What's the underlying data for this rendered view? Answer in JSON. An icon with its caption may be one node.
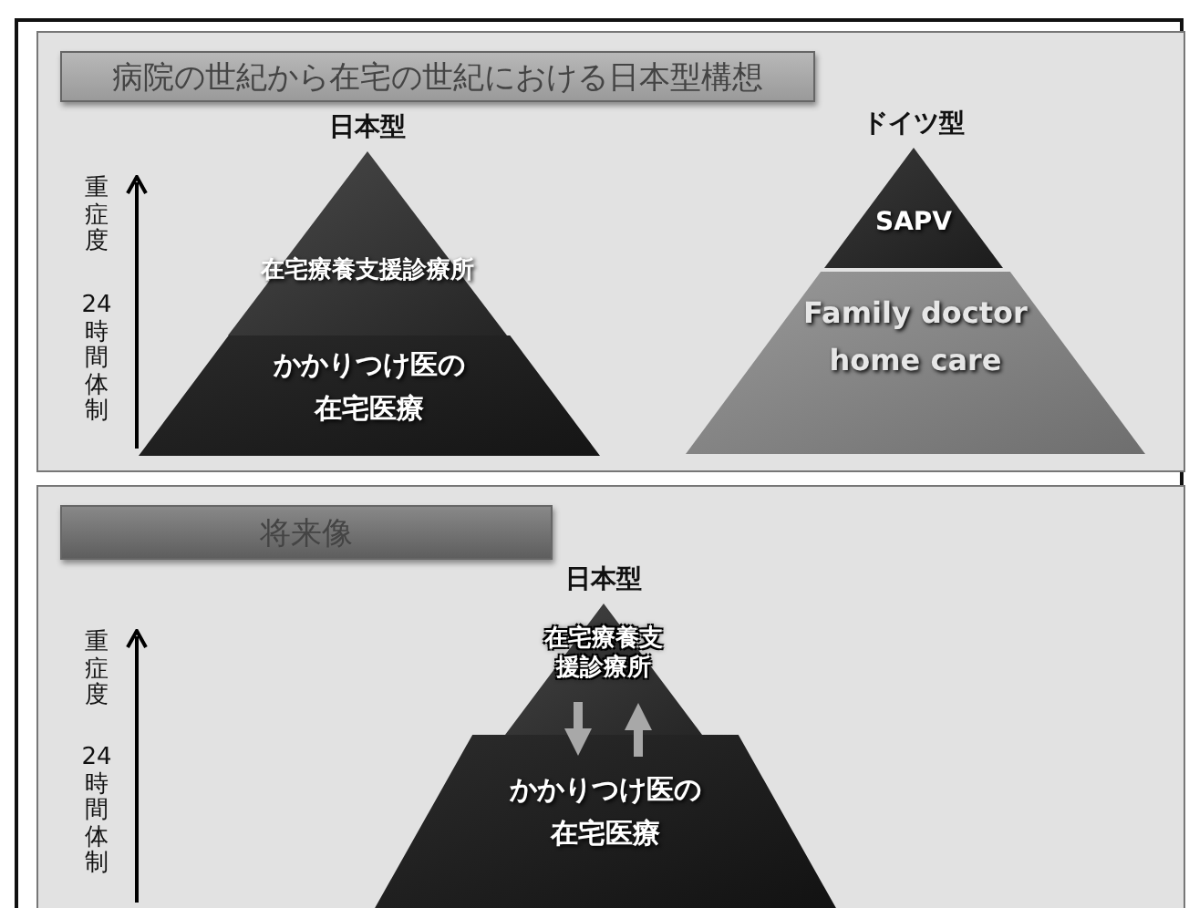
{
  "diagram": {
    "nodes": [
      {
        "text": [
          "病院の世紀から在宅の世紀における日本型構想"
        ]
      },
      {
        "text": [
          "在宅療養支援診療所"
        ],
        "in": 0,
        "beside": [
          "日本型"
        ]
      },
      {
        "text": [
          "かかりつけ医の在宅医療"
        ],
        "in": 0
      },
      {
        "text": [
          "SAPV"
        ],
        "in": 0,
        "beside": [
          "ドイツ型"
        ]
      },
      {
        "text": [
          "Family doctor home care"
        ],
        "in": 0
      },
      {
        "text": [
          "将来像"
        ]
      },
      {
        "text": [
          "在宅療養支援診療所"
        ],
        "in": 5,
        "beside": [
          "日本型"
        ]
      },
      {
        "text": [
          "かかりつけ医の在宅医療"
        ],
        "in": 5
      }
    ],
    "edges": [
      {
        "from": 6,
        "to": 7,
        "arrow": "to"
      },
      {
        "from": 7,
        "to": 6,
        "arrow": "to"
      }
    ],
    "labels": [
      "重症度",
      "24時間体制",
      "重症度",
      "24時間体制"
    ]
  }
}
